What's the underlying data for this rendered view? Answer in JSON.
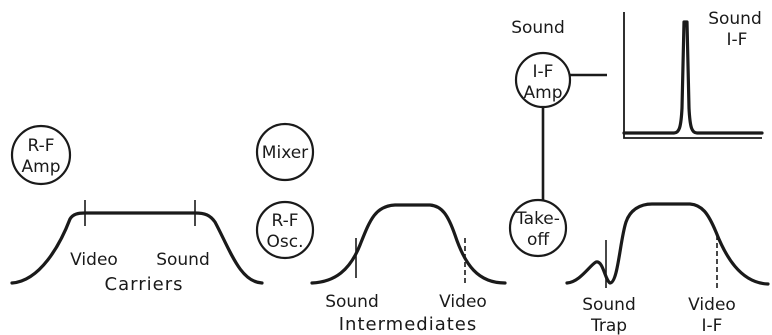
{
  "blocks": {
    "rf_amp": {
      "line1": "R-F",
      "line2": "Amp"
    },
    "mixer": {
      "line1": "Mixer"
    },
    "rf_osc": {
      "line1": "R-F",
      "line2": "Osc."
    },
    "if_amp": {
      "line1": "I-F",
      "line2": "Amp"
    },
    "takeoff": {
      "line1": "Take-",
      "line2": "off"
    }
  },
  "labels": {
    "sound_top": "Sound",
    "sound_if_line1": "Sound",
    "sound_if_line2": "I-F"
  },
  "curve_carriers": {
    "left_mark": "Video",
    "right_mark": "Sound",
    "caption": "Carriers"
  },
  "curve_intermediates": {
    "left_mark": "Sound",
    "right_mark": "Video",
    "caption": "Intermediates"
  },
  "curve_if": {
    "left_mark_line1": "Sound",
    "left_mark_line2": "Trap",
    "right_mark_line1": "Video",
    "right_mark_line2": "I-F"
  },
  "colors": {
    "ink": "#1a1a1a",
    "background": "#ffffff"
  }
}
